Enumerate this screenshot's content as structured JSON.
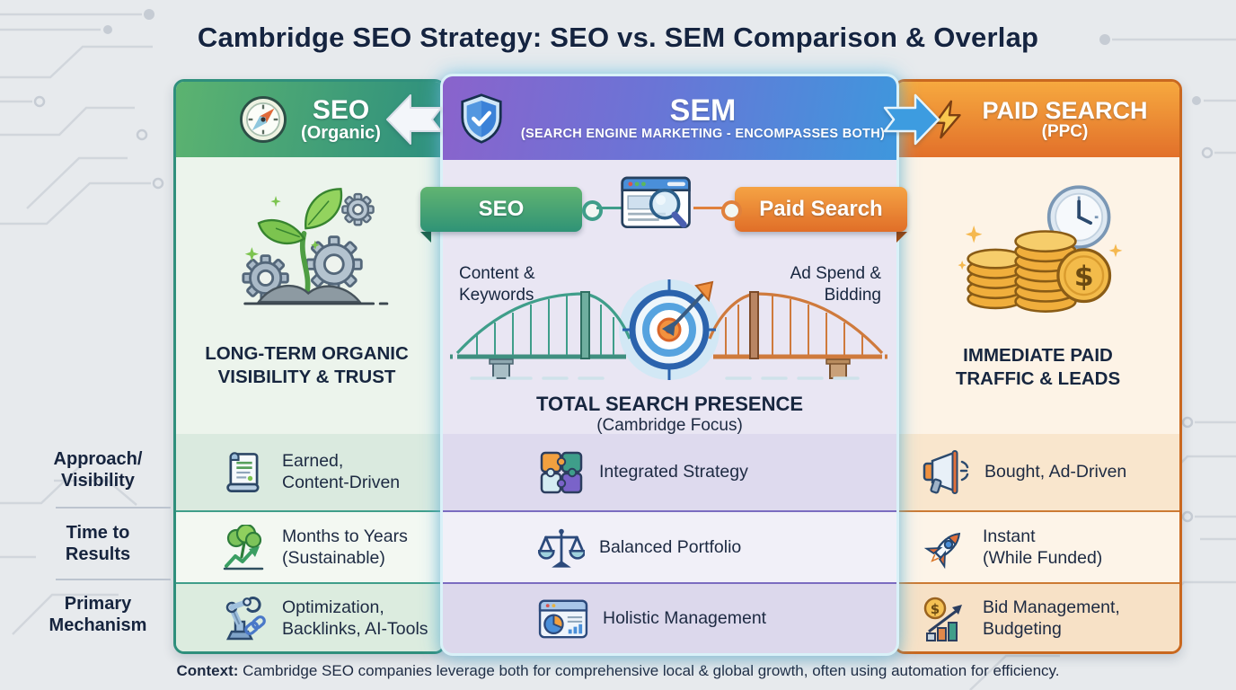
{
  "title": "Cambridge SEO Strategy: SEO vs. SEM Comparison & Overlap",
  "columns": {
    "seo": {
      "title": "SEO",
      "subtitle": "(Organic)",
      "tagline": "LONG-TERM ORGANIC\nVISIBILITY & TRUST"
    },
    "sem": {
      "title": "SEM",
      "subtitle": "(SEARCH ENGINE MARKETING - ENCOMPASSES BOTH)",
      "overlap": {
        "left_badge": "SEO",
        "right_badge": "Paid Search",
        "left_label": "Content &\nKeywords",
        "right_label": "Ad Spend &\nBidding",
        "tagline": "TOTAL SEARCH PRESENCE",
        "tagline_sub": "(Cambridge Focus)"
      }
    },
    "paid": {
      "title": "PAID SEARCH",
      "subtitle": "(PPC)",
      "tagline": "IMMEDIATE PAID\nTRAFFIC & LEADS"
    }
  },
  "rows": [
    {
      "label": "Approach/\nVisibility",
      "seo": {
        "icon": "scroll-icon",
        "text": "Earned,\nContent-Driven"
      },
      "sem": {
        "icon": "puzzle-icon",
        "text": "Integrated Strategy"
      },
      "paid": {
        "icon": "megaphone-icon",
        "text": "Bought, Ad-Driven"
      }
    },
    {
      "label": "Time to\nResults",
      "seo": {
        "icon": "tree-growth-icon",
        "text": "Months to Years\n(Sustainable)"
      },
      "sem": {
        "icon": "scales-icon",
        "text": "Balanced Portfolio"
      },
      "paid": {
        "icon": "rocket-icon",
        "text": "Instant\n(While Funded)"
      }
    },
    {
      "label": "Primary\nMechanism",
      "seo": {
        "icon": "robot-arm-icon",
        "text": "Optimization,\nBacklinks, AI-Tools"
      },
      "sem": {
        "icon": "dashboard-icon",
        "text": "Holistic Management"
      },
      "paid": {
        "icon": "bid-chart-icon",
        "text": "Bid Management,\nBudgeting"
      }
    }
  ],
  "footer": {
    "label": "Context:",
    "text": " Cambridge SEO companies leverage both for comprehensive local & global growth, often using automation for efficiency."
  },
  "icons": {
    "seo_header": "compass-icon",
    "sem_header": "shield-check-icon",
    "paid_header": "lightning-icon",
    "seo_feature": "seedling-gears-illustration",
    "sem_feature": "bridge-target-illustration",
    "paid_feature": "coins-clock-illustration",
    "overlap_center": "browser-search-icon"
  },
  "colors": {
    "background": "#e7eaed",
    "navy_text": "#16243e",
    "seo_green": "#2f8f7c",
    "sem_purple": "#8a63cc",
    "sem_blue": "#3e97dd",
    "paid_orange": "#e2702a",
    "badge_green": "#2f9376",
    "badge_orange": "#e06e28"
  }
}
